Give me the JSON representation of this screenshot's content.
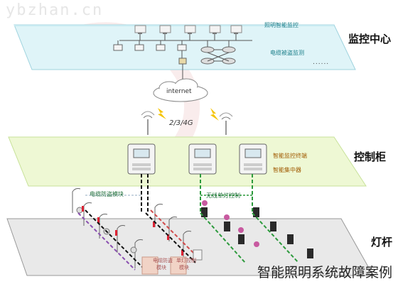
{
  "watermark": "ybzhan.cn",
  "layers": {
    "monitor_center": "监控中心",
    "control_cabinet": "控制柜",
    "lamp_pole": "灯杆"
  },
  "monitor_center": {
    "system_lighting": "照明智能监控",
    "system_cable": "电缆被盗监测",
    "more": "......"
  },
  "network": {
    "internet": "internet",
    "links": "2/3/4G"
  },
  "control_cabinet": {
    "terminal_label": "智能监控终端",
    "relay_label": "智能集中器"
  },
  "field": {
    "cable_theft_label": "电缆防盗模块",
    "wireless_lamp_label": "无线单灯控制",
    "bottom_labels": [
      "电缆防盗",
      "模块",
      "单灯控制",
      "模块"
    ]
  },
  "caption": "智能照明系统故障案例",
  "colors": {
    "top_layer": "#dff4f8",
    "mid_layer": "#eef8d4",
    "bottom_layer": "#e9e9e9",
    "bolt": "#f5c400"
  }
}
